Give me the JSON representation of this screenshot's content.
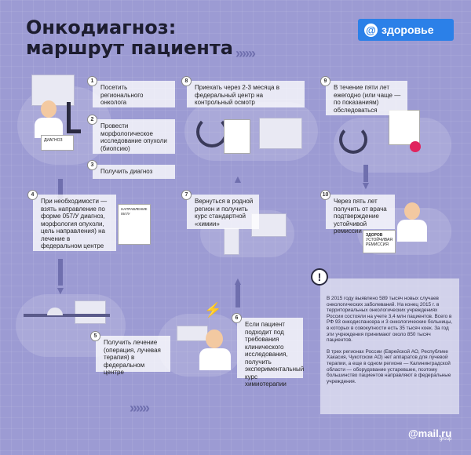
{
  "title_line1": "Онкодиагноз:",
  "title_line2": "маршрут пациента",
  "brand": {
    "at": "@",
    "label": "здоровье"
  },
  "steps": [
    {
      "num": "1",
      "text": "Посетить регионального онколога"
    },
    {
      "num": "2",
      "text": "Провести морфологическое исследование опухоли (биопсию)"
    },
    {
      "num": "3",
      "text": "Получить диагноз"
    },
    {
      "num": "4",
      "text": "При необходимости — взять направление по форме 057/У диагноз, морфология опухоли, цель направления) на лечение в федеральном центре"
    },
    {
      "num": "5",
      "text": "Получить лечение (операция, лучевая терапия) в федеральном центре"
    },
    {
      "num": "6",
      "text": "Если пациент подходит под требования клинического исследования, получить экспериментальный курс химиотерапии"
    },
    {
      "num": "7",
      "text": "Вернуться в родной регион и получить курс стандартной «химии»"
    },
    {
      "num": "8",
      "text": "Приехать через 2-3 месяца в федеральный центр на контрольный осмотр"
    },
    {
      "num": "9",
      "text": "В течение пяти лет ежегодно (или чаще — по показаниям) обследоваться"
    },
    {
      "num": "10",
      "text": "Через пять лет получить от врача подтверждение устойчивой ремиссии"
    }
  ],
  "papers": {
    "diagnosis": "ДИАГНОЗ",
    "referral": "НАПРАВЛЕНИЕ 057/У",
    "health": "ЗДОРОВ",
    "remission": "УСТОЙЧИВАЯ РЕМИССИЯ"
  },
  "info": {
    "excl": "!",
    "p1": "В 2015 году выявлено 589 тысяч новых случаев онкологических заболеваний. На конец 2015 г. в территориальных онкологических учреждениях России состояли на учете 3,4 млн пациентов. Всего в РФ 93 онкодиспансера и 3 онкологические больницы, в которых в совокупности есть 35 тысяч коек. За год эти учреждения принимают около 850 тысяч пациентов.",
    "p2": "В трех регионах России (Еврейской АО, Республике Хакасия, Чукотском АО) нет аппаратов для лучевой терапии, а еще в одном регионе — Калининградской области — оборудование устаревшее, поэтому большинство пациентов направляют в федеральные учреждения."
  },
  "footer": {
    "logo": "@mail.ru",
    "group": "group"
  },
  "colors": {
    "background": "#9c9bd3",
    "brand": "#2b80e8",
    "arrow": "#6f6fae"
  }
}
